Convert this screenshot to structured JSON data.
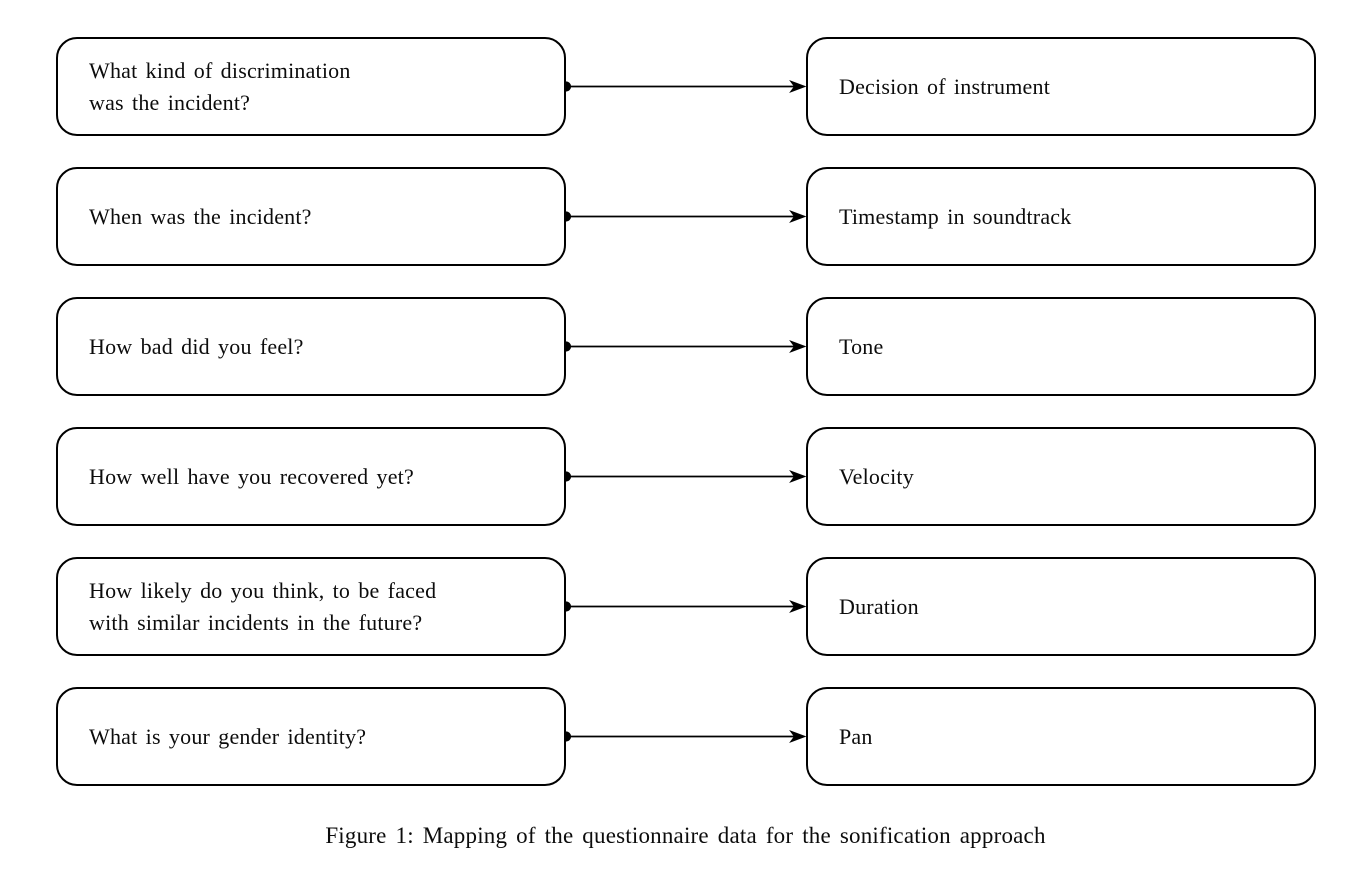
{
  "figure": {
    "caption": "Figure 1: Mapping of the questionnaire data for the sonification approach"
  },
  "mappings": [
    {
      "question": "What kind of discrimination\nwas the incident?",
      "parameter": "Decision of instrument"
    },
    {
      "question": "When was the incident?",
      "parameter": "Timestamp in soundtrack"
    },
    {
      "question": "How bad did you feel?",
      "parameter": "Tone"
    },
    {
      "question": "How well have you recovered yet?",
      "parameter": "Velocity"
    },
    {
      "question": "How likely do you think, to be faced\nwith similar incidents in the future?",
      "parameter": "Duration"
    },
    {
      "question": "What is your gender identity?",
      "parameter": "Pan"
    }
  ],
  "connector": {
    "start_marker": "filled-dot",
    "end_marker": "arrowhead"
  },
  "colors": {
    "stroke": "#000000",
    "background": "#ffffff",
    "text": "#0c0c0c"
  }
}
